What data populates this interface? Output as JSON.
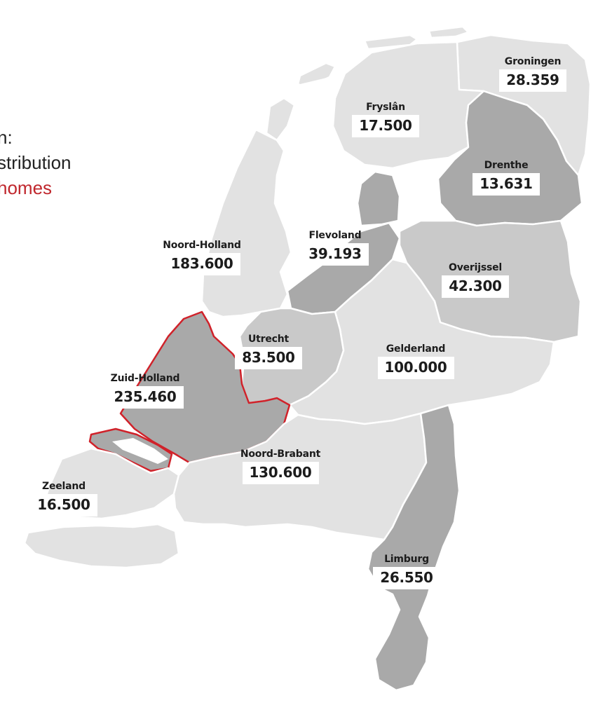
{
  "title": {
    "line1": "n:",
    "line2": "stribution",
    "line3": " homes"
  },
  "colors": {
    "light": "#e2e2e2",
    "mid": "#c9c9c9",
    "dark": "#a9a9a9",
    "highlight_outline": "#d0222a",
    "title_accent": "#c0272d"
  },
  "regions": [
    {
      "id": "groningen",
      "name": "Groningen",
      "value": "28.359"
    },
    {
      "id": "fryslan",
      "name": "Fryslân",
      "value": "17.500"
    },
    {
      "id": "drenthe",
      "name": "Drenthe",
      "value": "13.631"
    },
    {
      "id": "flevoland",
      "name": "Flevoland",
      "value": "39.193"
    },
    {
      "id": "noord-holland",
      "name": "Noord-Holland",
      "value": "183.600"
    },
    {
      "id": "overijssel",
      "name": "Overijssel",
      "value": "42.300"
    },
    {
      "id": "utrecht",
      "name": "Utrecht",
      "value": "83.500"
    },
    {
      "id": "gelderland",
      "name": "Gelderland",
      "value": "100.000"
    },
    {
      "id": "zuid-holland",
      "name": "Zuid-Holland",
      "value": "235.460",
      "highlighted": true
    },
    {
      "id": "zeeland",
      "name": "Zeeland",
      "value": "16.500"
    },
    {
      "id": "noord-brabant",
      "name": "Noord-Brabant",
      "value": "130.600"
    },
    {
      "id": "limburg",
      "name": "Limburg",
      "value": "26.550"
    }
  ]
}
